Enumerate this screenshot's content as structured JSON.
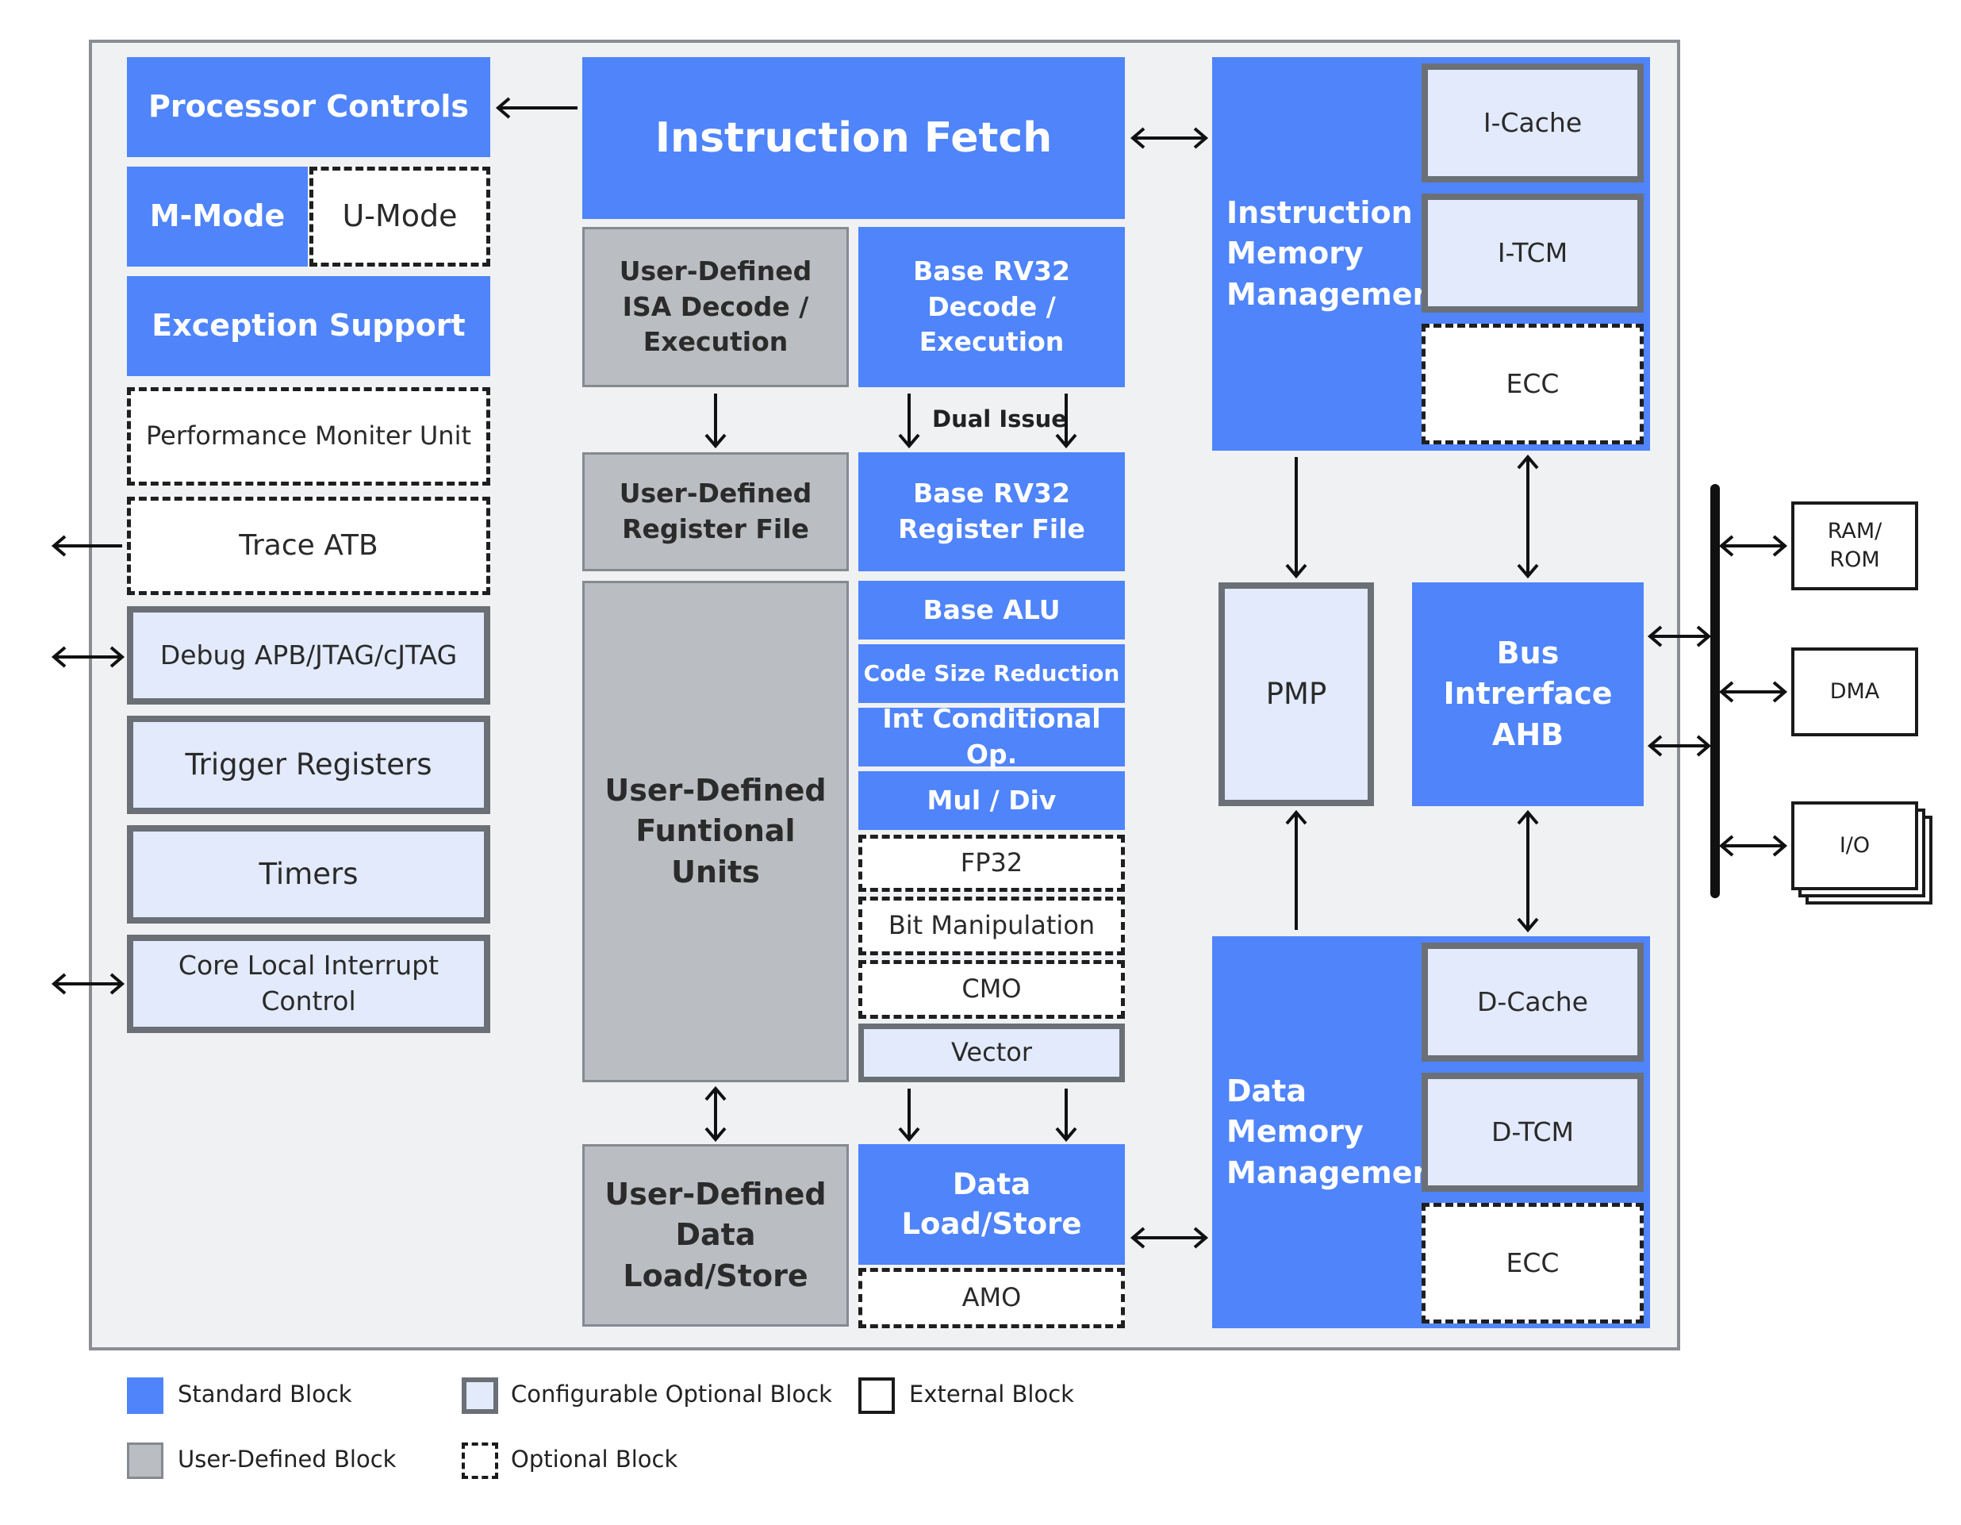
{
  "blocks": {
    "processor_controls": "Processor Controls",
    "m_mode": "M-Mode",
    "u_mode": "U-Mode",
    "exception_support": "Exception Support",
    "performance_monitor": "Performance Moniter Unit",
    "trace_atb": "Trace ATB",
    "debug": "Debug APB/JTAG/cJTAG",
    "trigger_registers": "Trigger Registers",
    "timers": "Timers",
    "clic": "Core Local Interrupt Control",
    "instruction_fetch": "Instruction Fetch",
    "ud_isa": "User-Defined ISA Decode / Execution",
    "base_decode": "Base RV32 Decode / Execution",
    "dual_issue": "Dual Issue",
    "ud_register_file": "User-Defined Register File",
    "base_register_file": "Base RV32 Register File",
    "ud_functional_units": "User-Defined Funtional Units",
    "base_alu": "Base ALU",
    "code_size_reduction": "Code Size Reduction",
    "int_conditional": "Int Conditional Op.",
    "mul_div": "Mul / Div",
    "fp32": "FP32",
    "bit_manipulation": "Bit Manipulation",
    "cmo": "CMO",
    "vector": "Vector",
    "ud_data_load_store": "User-Defined Data Load/Store",
    "data_load_store": "Data Load/Store",
    "amo": "AMO",
    "imm": "Instruction Memory Management",
    "i_cache": "I-Cache",
    "i_tcm": "I-TCM",
    "i_ecc": "ECC",
    "pmp": "PMP",
    "bus_interface": "Bus Intrerface AHB",
    "dmm": "Data Memory Management",
    "d_cache": "D-Cache",
    "d_tcm": "D-TCM",
    "d_ecc": "ECC",
    "ram_rom": "RAM/ ROM",
    "dma": "DMA",
    "io": "I/O"
  },
  "legend": {
    "standard": "Standard Block",
    "configurable": "Configurable Optional  Block",
    "external": "External Block",
    "user_defined": "User-Defined Block",
    "optional": "Optional  Block"
  },
  "colors": {
    "standard": "#4f84fa",
    "configurable": "#e2eafb",
    "user_defined": "#babdc1",
    "frame": "#eff1f3"
  }
}
